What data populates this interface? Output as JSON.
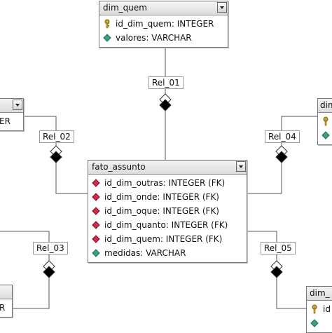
{
  "tables": {
    "dim_quem": {
      "title": "dim_quem",
      "columns": [
        {
          "name": "id_dim_quem: INTEGER",
          "icon": "primary-key-icon"
        },
        {
          "name": "valores: VARCHAR",
          "icon": "column-diamond-icon"
        }
      ]
    },
    "fato_assunto": {
      "title": "fato_assunto",
      "columns": [
        {
          "name": "id_dim_outras: INTEGER (FK)",
          "icon": "foreign-key-diamond-icon"
        },
        {
          "name": "id_dim_onde: INTEGER (FK)",
          "icon": "foreign-key-diamond-icon"
        },
        {
          "name": "id_dim_oque: INTEGER (FK)",
          "icon": "foreign-key-diamond-icon"
        },
        {
          "name": "id_dim_quanto: INTEGER (FK)",
          "icon": "foreign-key-diamond-icon"
        },
        {
          "name": "id_dim_quem: INTEGER (FK)",
          "icon": "foreign-key-diamond-icon"
        },
        {
          "name": "medidas: VARCHAR",
          "icon": "column-diamond-icon"
        }
      ]
    },
    "left_top": {
      "title": "",
      "columns": [
        {
          "name": "ER",
          "icon": "none"
        }
      ]
    },
    "right_top": {
      "title": "dim",
      "columns": [
        {
          "name": "",
          "icon": "primary-key-icon"
        },
        {
          "name": "",
          "icon": "column-diamond-icon"
        }
      ]
    },
    "left_bottom": {
      "title": "",
      "columns": [
        {
          "name": "R",
          "icon": "none"
        }
      ]
    },
    "right_bottom": {
      "title": "dim_",
      "columns": [
        {
          "name": "id",
          "icon": "primary-key-icon"
        },
        {
          "name": "",
          "icon": "column-diamond-icon"
        }
      ]
    }
  },
  "relationships": [
    {
      "label": "Rel_01"
    },
    {
      "label": "Rel_02"
    },
    {
      "label": "Rel_03"
    },
    {
      "label": "Rel_04"
    },
    {
      "label": "Rel_05"
    }
  ],
  "colors": {
    "line": "#555555",
    "key_gold": "#c9a227",
    "fk_red": "#d22b4a",
    "attr_green": "#3aa37a"
  }
}
